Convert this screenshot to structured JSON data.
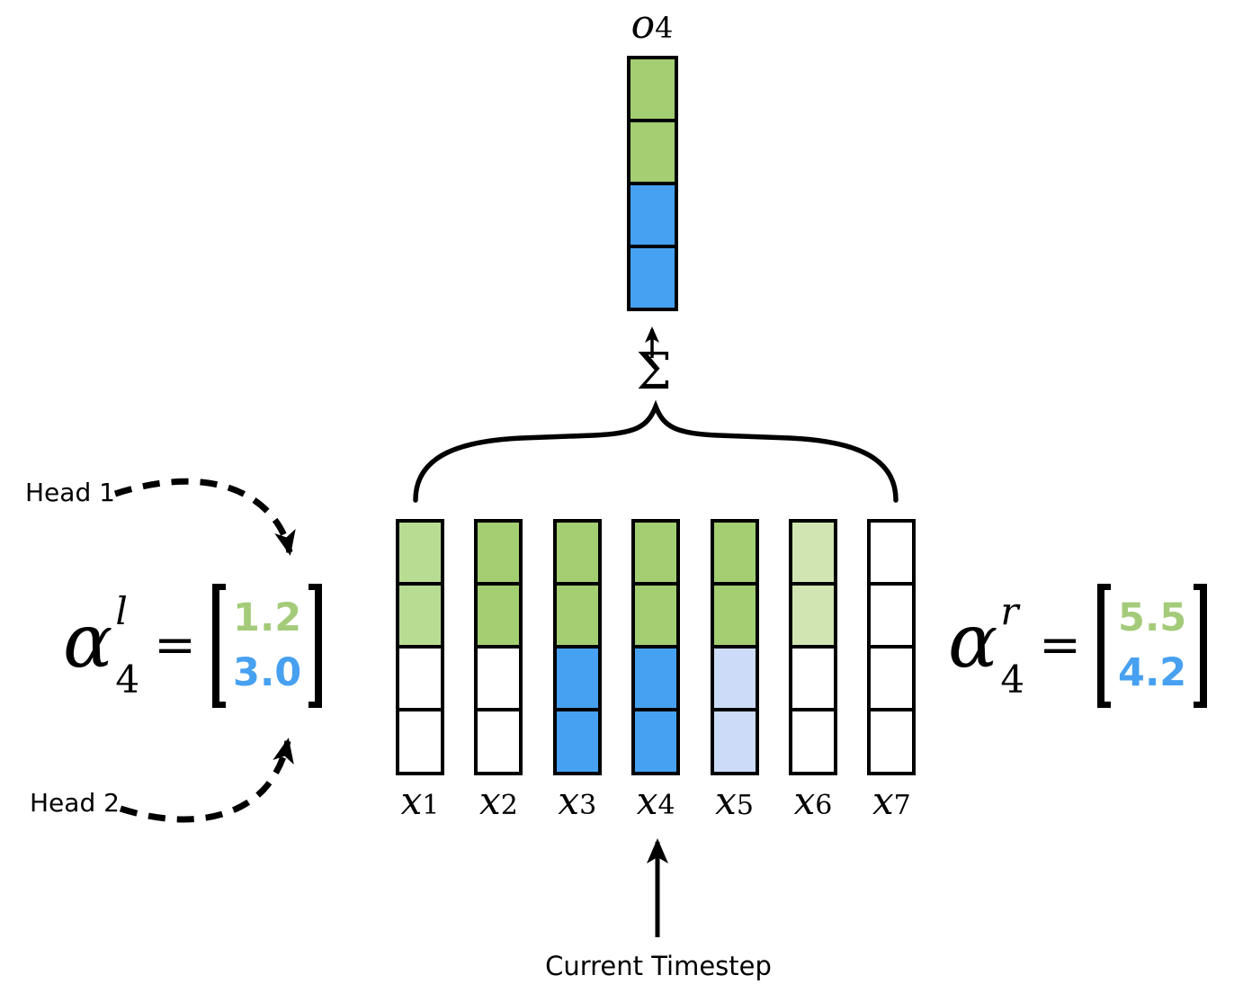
{
  "output_vector": {
    "label_base": "o",
    "label_sub": "4",
    "cells": [
      "green",
      "green",
      "blue",
      "blue"
    ]
  },
  "sum": {
    "symbol": "Σ"
  },
  "columns": [
    {
      "label_base": "x",
      "label_sub": "1",
      "cells": [
        "lightGreen",
        "lightGreen",
        "white",
        "white"
      ]
    },
    {
      "label_base": "x",
      "label_sub": "2",
      "cells": [
        "green",
        "green",
        "white",
        "white"
      ]
    },
    {
      "label_base": "x",
      "label_sub": "3",
      "cells": [
        "green",
        "green",
        "blue",
        "blue"
      ]
    },
    {
      "label_base": "x",
      "label_sub": "4",
      "cells": [
        "green",
        "green",
        "blue",
        "blue"
      ]
    },
    {
      "label_base": "x",
      "label_sub": "5",
      "cells": [
        "green",
        "green",
        "paleBlue",
        "paleBlue"
      ]
    },
    {
      "label_base": "x",
      "label_sub": "6",
      "cells": [
        "paleGreen",
        "paleGreen",
        "white",
        "white"
      ]
    },
    {
      "label_base": "x",
      "label_sub": "7",
      "cells": [
        "white",
        "white",
        "white",
        "white"
      ]
    }
  ],
  "left_expr": {
    "alpha": "α",
    "sup": "l",
    "sub": "4",
    "equals": "=",
    "values": [
      {
        "text": "1.2",
        "color": "textGreen"
      },
      {
        "text": "3.0",
        "color": "textBlue"
      }
    ]
  },
  "right_expr": {
    "alpha": "α",
    "sup": "r",
    "sub": "4",
    "equals": "=",
    "values": [
      {
        "text": "5.5",
        "color": "textGreen"
      },
      {
        "text": "4.2",
        "color": "textBlue"
      }
    ]
  },
  "annotations": {
    "head1": "Head 1",
    "head2": "Head 2",
    "current_timestep": "Current Timestep"
  },
  "colors": {
    "green": "#a3ce71",
    "lightGreen": "#b9dc93",
    "paleGreen": "#d0e5b2",
    "blue": "#47a1f2",
    "paleBlue": "#ccdcf8",
    "white": "#ffffff",
    "textGreen": "#a4cb7a",
    "textBlue": "#47a0f0",
    "stroke": "#000000"
  }
}
